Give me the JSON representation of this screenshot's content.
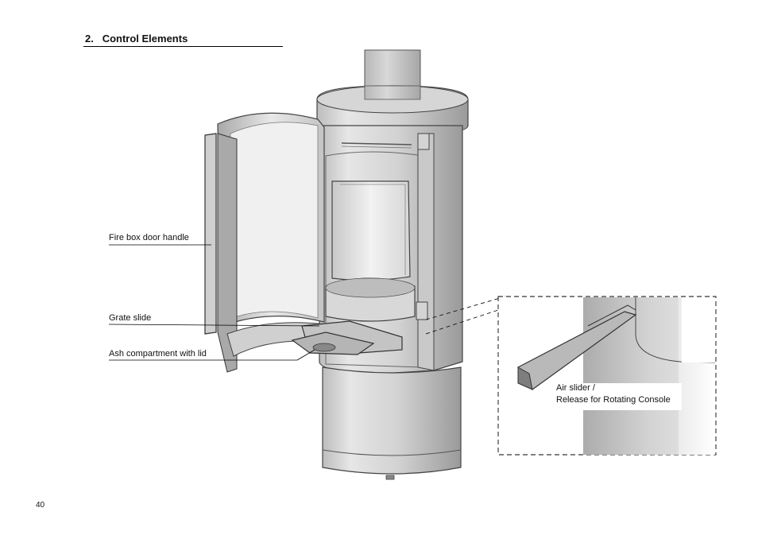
{
  "section": {
    "number": "2.",
    "title": "Control Elements"
  },
  "labels": {
    "fire_box_door_handle": "Fire box door handle",
    "grate_slide": "Grate slide",
    "ash_compartment": "Ash compartment with lid",
    "air_slider_line1": "Air slider /",
    "air_slider_line2": "Release for Rotating Console"
  },
  "page_number": "40"
}
